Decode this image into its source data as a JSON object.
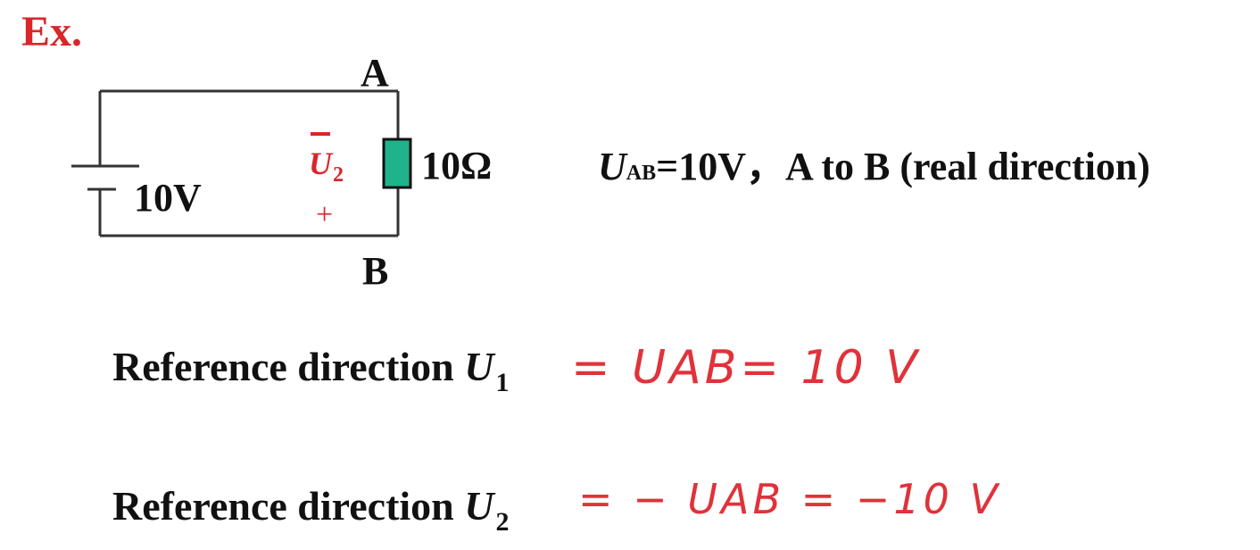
{
  "title": "Ex.",
  "circuit": {
    "node_a": "A",
    "node_b": "B",
    "source": "10V",
    "resistor": "10Ω",
    "u2_symbol": "U",
    "u2_subscript": "2",
    "u2_plus": "+",
    "colors": {
      "wire": "#333333",
      "resistor_fill": "#1fb38c",
      "marker": "#d9262b"
    }
  },
  "statement": {
    "symbol": "U",
    "subscript": "AB",
    "rest": "=10V，A to B (real direction)"
  },
  "references": [
    {
      "prefix": "Reference direction ",
      "symbol": "U",
      "subscript": "1",
      "handwritten": "= UAB= 10 V"
    },
    {
      "prefix": "Reference direction ",
      "symbol": "U",
      "subscript": "2",
      "handwritten": "= − UAB = −10 V"
    }
  ]
}
